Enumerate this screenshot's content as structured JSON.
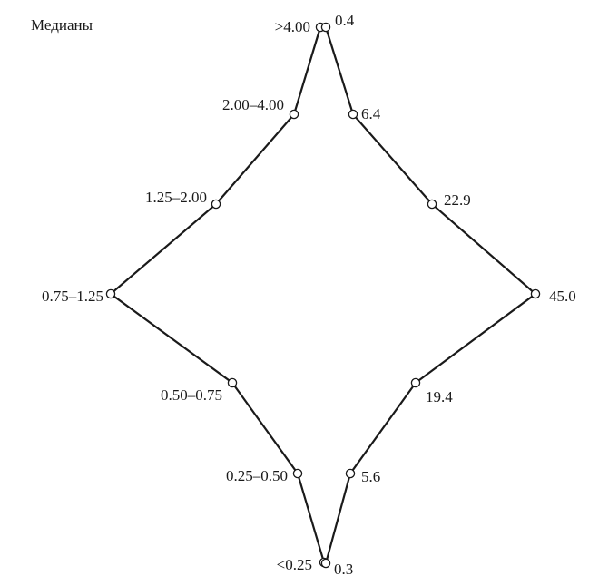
{
  "title": "Медианы",
  "chart_data": {
    "type": "diagram",
    "title": "Медианы",
    "categories": [
      ">4.00",
      "2.00–4.00",
      "1.25–2.00",
      "0.75–1.25",
      "0.50–0.75",
      "0.25–0.50",
      "<0.25"
    ],
    "values": [
      0.4,
      6.4,
      22.9,
      45.0,
      19.4,
      5.6,
      0.3
    ],
    "value_labels": [
      "0.4",
      "6.4",
      "22.9",
      "45.0",
      "19.4",
      "5.6",
      "0.3"
    ]
  }
}
